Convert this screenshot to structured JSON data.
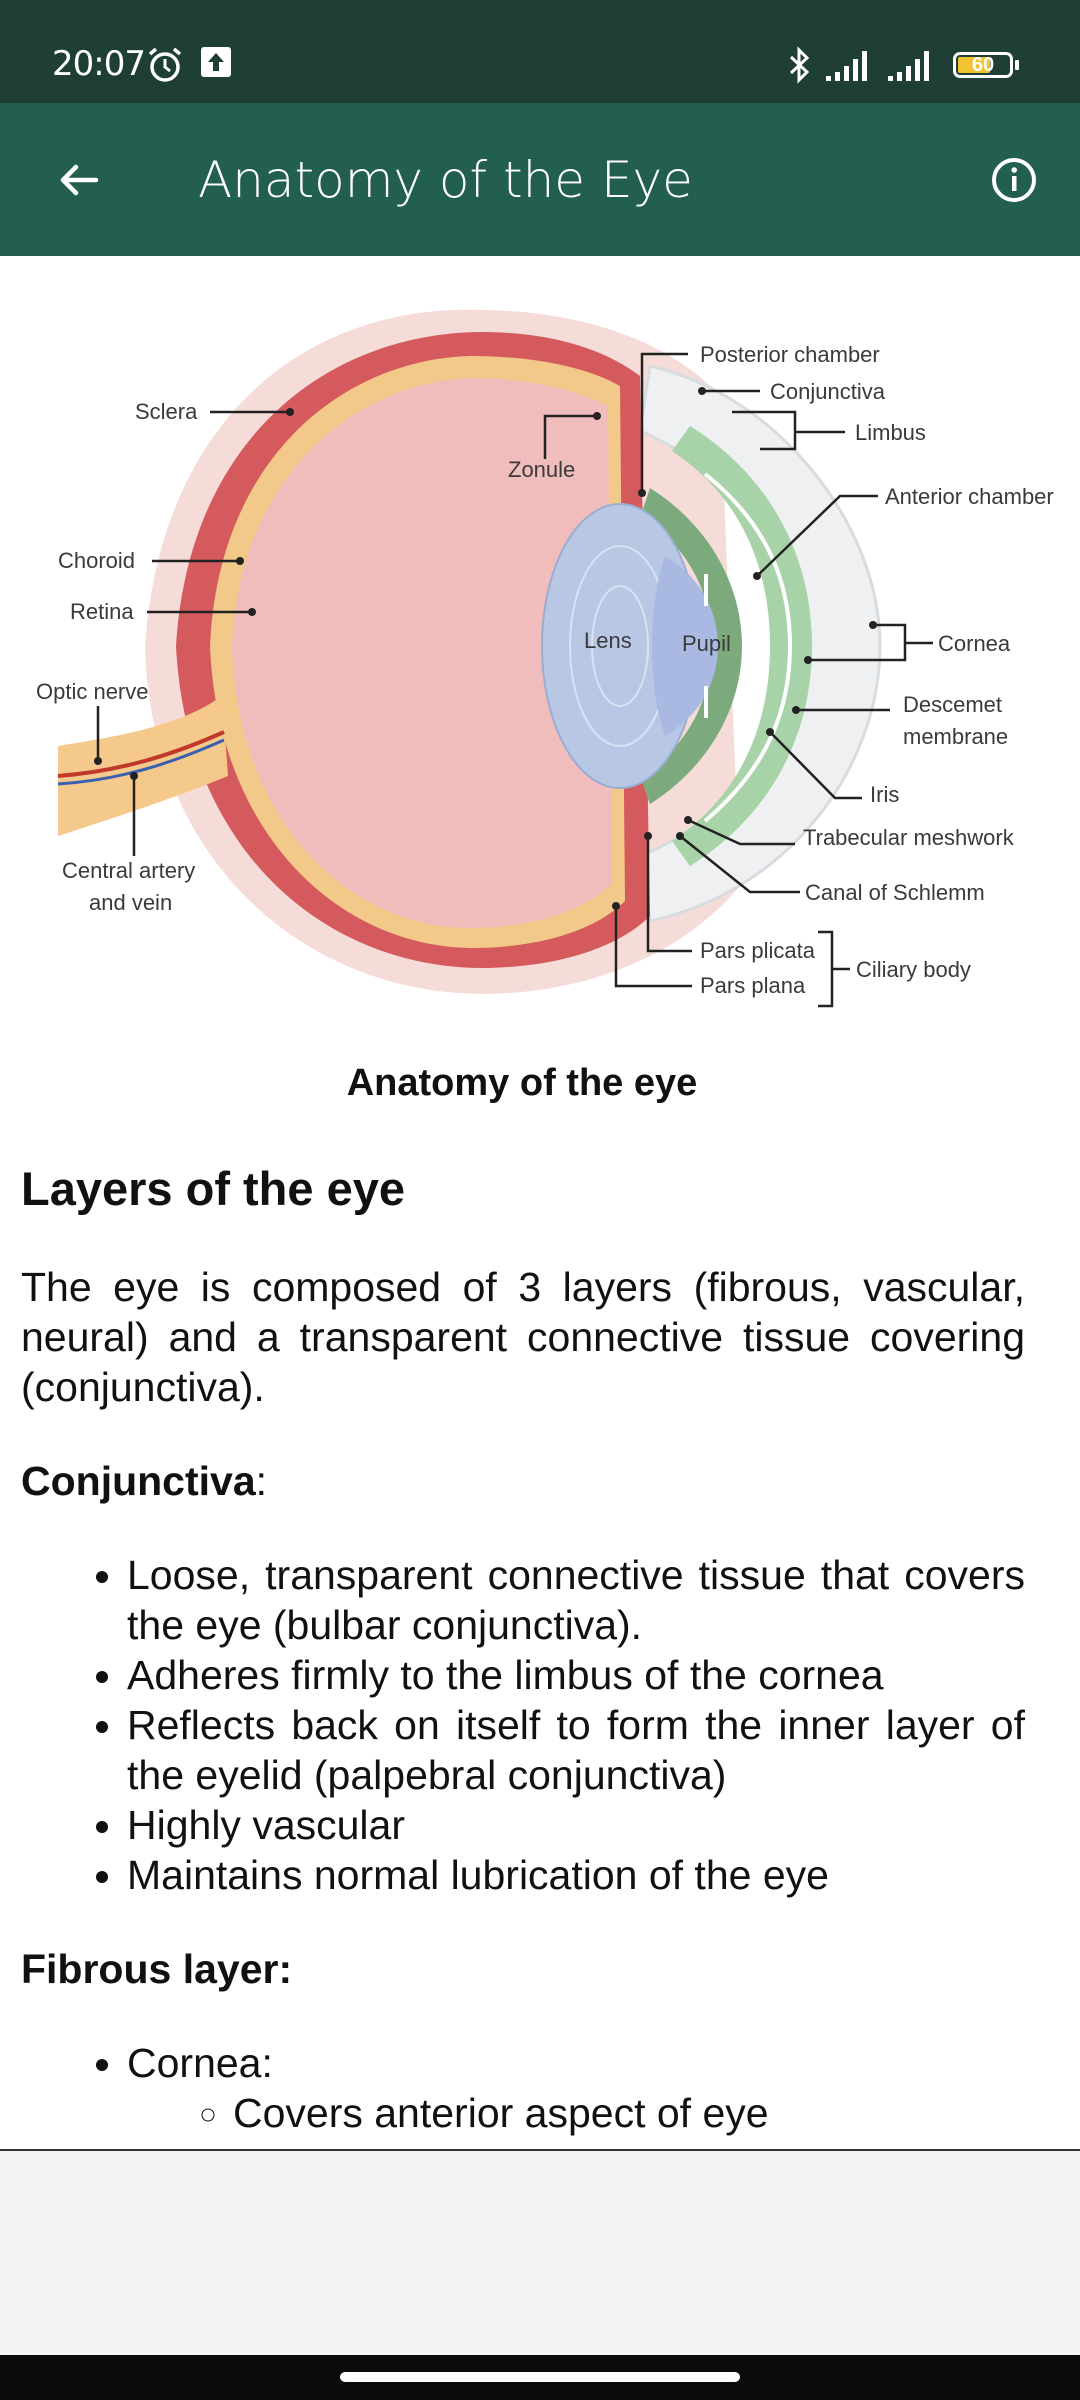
{
  "status_bar": {
    "time": "20:07",
    "battery": "60",
    "icons": [
      "alarm-icon",
      "upload-notification-icon",
      "bluetooth-icon",
      "signal-icon",
      "signal-icon",
      "battery-icon"
    ]
  },
  "app_bar": {
    "title": "Anatomy of the Eye",
    "back_icon": "arrow-left-icon",
    "info_icon": "info-circle-icon"
  },
  "diagram": {
    "labels": {
      "sclera": "Sclera",
      "choroid": "Choroid",
      "retina": "Retina",
      "optic_nerve": "Optic nerve",
      "central_artery_1": "Central artery",
      "central_artery_2": "and vein",
      "zonule": "Zonule",
      "lens": "Lens",
      "pupil": "Pupil",
      "posterior_chamber": "Posterior chamber",
      "conjunctiva": "Conjunctiva",
      "limbus": "Limbus",
      "anterior_chamber": "Anterior chamber",
      "cornea": "Cornea",
      "descemet_1": "Descemet",
      "descemet_2": "membrane",
      "iris": "Iris",
      "trabecular": "Trabecular meshwork",
      "schlemm": "Canal of Schlemm",
      "pars_plicata": "Pars plicata",
      "pars_plana": "Pars plana",
      "ciliary_body": "Ciliary body"
    },
    "caption": "Anatomy of the eye"
  },
  "content": {
    "heading": "Layers of the eye",
    "intro": "The eye is composed of 3 layers (fibrous, vascular, neural) and a transparent connective tissue covering (conjunctiva).",
    "conjunctiva_label": "Conjunctiva",
    "conjunctiva_colon": ":",
    "conjunctiva_items": [
      "Loose, transparent connective tissue that covers the eye (bulbar conjunctiva).",
      "Adheres firmly to the limbus of the cornea",
      "Reflects back on itself to form the inner layer of the eyelid (palpebral conjunctiva)",
      "Highly vascular",
      "Maintains normal lubrication of the eye"
    ],
    "fibrous_label": "Fibrous layer:",
    "fibrous_items": [
      {
        "label": "Cornea:",
        "sub": [
          "Covers anterior aspect of eye"
        ]
      }
    ]
  }
}
